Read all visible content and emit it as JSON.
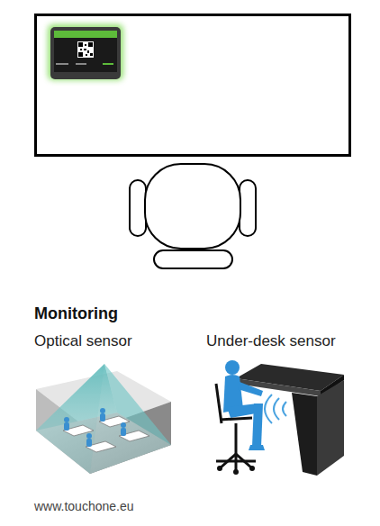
{
  "diagram": {
    "title": "Monitoring",
    "labels": [
      "Optical sensor",
      "Under-desk sensor",
      "www.touchone.eu"
    ]
  }
}
